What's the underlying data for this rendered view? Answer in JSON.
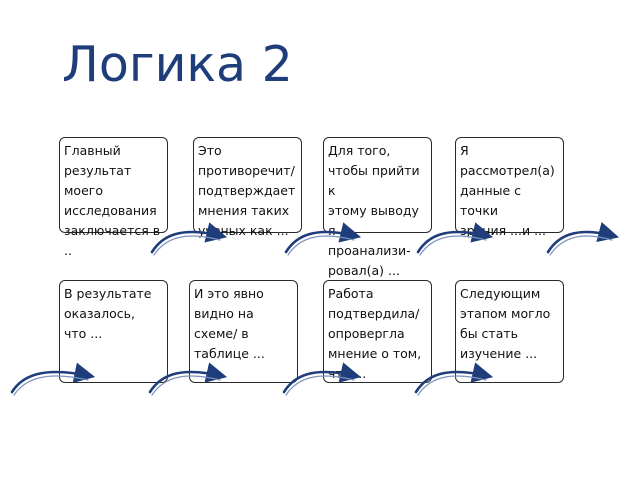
{
  "slide": {
    "title": "Логика 2"
  },
  "boxes": [
    {
      "text": " Главный\nрезультат\nмоего\nисследования\nзаключается в .."
    },
    {
      "text": "  Это\nпротиворечит/\nподтверждает\nмнения таких\nученых как ..."
    },
    {
      "text": "  Для того,\nчтобы прийти к\nэтому выводу я\nпроанализи-\nровал(а) ..."
    },
    {
      "text": "  Я\nрассмотрел(а)\nданные с точки\nзрения ...и ..."
    },
    {
      "text": "  В результате\nоказалось,\nчто ..."
    },
    {
      "text": "  И это явно\nвидно на\nсхеме/ в\nтаблице ..."
    },
    {
      "text": "  Работа\nподтвердила/\nопровергла\nмнение о том,\nчто ..."
    },
    {
      "text": "  Следующим\nэтапом могло\nбы стать\nизучение ..."
    }
  ],
  "colors": {
    "title": "#1f3d7a",
    "arrow": "#1f3d7a",
    "box_border": "#2a2a2a"
  }
}
